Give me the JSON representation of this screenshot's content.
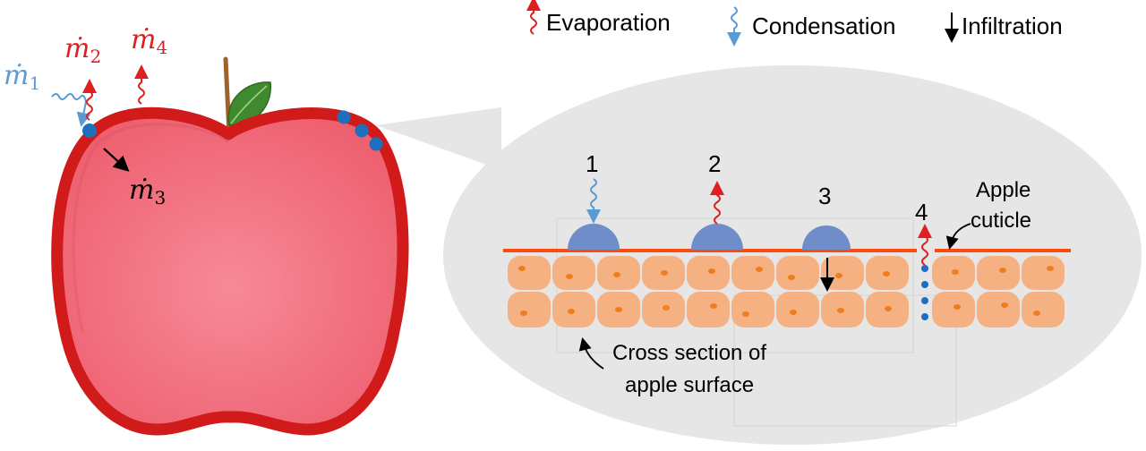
{
  "legend": {
    "evaporation": "Evaporation",
    "condensation": "Condensation",
    "infiltration": "Infiltration"
  },
  "apple_labels": {
    "m1": {
      "base": "ṁ",
      "sub": "1",
      "color": "#5b9bd5"
    },
    "m2": {
      "base": "ṁ",
      "sub": "2",
      "color": "#e02020"
    },
    "m3": {
      "base": "ṁ",
      "sub": "3",
      "color": "#000000"
    },
    "m4": {
      "base": "ṁ",
      "sub": "4",
      "color": "#e02020"
    }
  },
  "cross_section": {
    "site_numbers": [
      "1",
      "2",
      "3",
      "4"
    ],
    "cuticle_label_line1": "Apple",
    "cuticle_label_line2": "cuticle",
    "caption_line1": "Cross section of",
    "caption_line2": "apple surface"
  },
  "colors": {
    "apple_flesh": "#f26d7d",
    "apple_skin": "#d11a1a",
    "leaf": "#3f8a2e",
    "stem": "#a0622d",
    "droplet": "#6f8dc8",
    "cuticle": "#ff4a0f",
    "cell": "#f6b183",
    "nucleus": "#ee7d1e",
    "evaporation_arrow": "#e02020",
    "condensation_arrow": "#5b9bd5",
    "infiltration_arrow": "#000000",
    "callout_bg": "#e6e6e6",
    "water_dot": "#1f6fbf"
  }
}
